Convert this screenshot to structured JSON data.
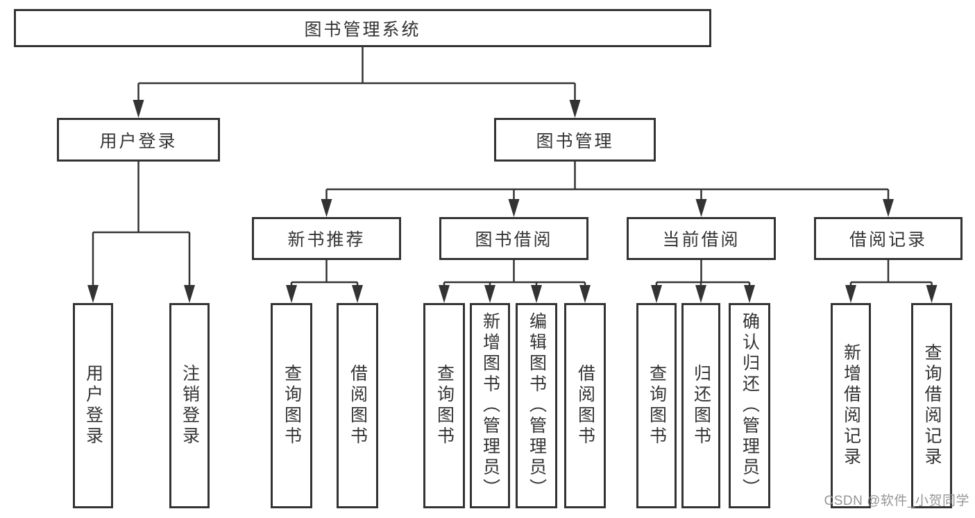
{
  "diagram": {
    "title": "图书管理系统",
    "nodes": {
      "root": {
        "label": "图书管理系统"
      },
      "user_login": {
        "label": "用户登录"
      },
      "book_mgmt": {
        "label": "图书管理"
      },
      "new_book_rec": {
        "label": "新书推荐"
      },
      "book_borrow": {
        "label": "图书借阅"
      },
      "current_borrow": {
        "label": "当前借阅"
      },
      "borrow_records": {
        "label": "借阅记录"
      },
      "leaf_user_login": {
        "label": "用户登录"
      },
      "leaf_logout": {
        "label": "注销登录"
      },
      "leaf_query_book_1": {
        "label": "查询图书"
      },
      "leaf_borrow_book_1": {
        "label": "借阅图书"
      },
      "leaf_query_book_2": {
        "label": "查询图书"
      },
      "leaf_add_book": {
        "label": "新增图书（管理员）"
      },
      "leaf_edit_book": {
        "label": "编辑图书（管理员）"
      },
      "leaf_borrow_book_2": {
        "label": "借阅图书"
      },
      "leaf_query_book_3": {
        "label": "查询图书"
      },
      "leaf_return_book": {
        "label": "归还图书"
      },
      "leaf_confirm_return": {
        "label": "确认归还（管理员）"
      },
      "leaf_add_record": {
        "label": "新增借阅记录"
      },
      "leaf_query_record": {
        "label": "查询借阅记录"
      }
    },
    "colors": {
      "line": "#333333",
      "box_border": "#333333",
      "text": "#333333",
      "background": "#ffffff",
      "watermark": "#969696"
    }
  },
  "watermark": {
    "text": "CSDN @软件_小贺同学"
  }
}
